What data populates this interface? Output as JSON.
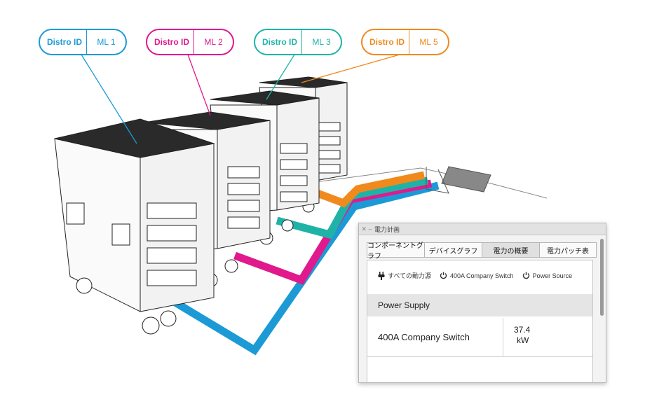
{
  "callouts": [
    {
      "key": "Distro ID",
      "value": "ML 1",
      "color": "#1C9AD6"
    },
    {
      "key": "Distro ID",
      "value": "ML 2",
      "color": "#E0198C"
    },
    {
      "key": "Distro ID",
      "value": "ML 3",
      "color": "#1FB3A8"
    },
    {
      "key": "Distro ID",
      "value": "ML 5",
      "color": "#F08A1C"
    }
  ],
  "window": {
    "title": "電力計画",
    "tabs": [
      {
        "label": "コンポーネントグラフ",
        "active": false
      },
      {
        "label": "デバイスグラフ",
        "active": false
      },
      {
        "label": "電力の概要",
        "active": true
      },
      {
        "label": "電力パッチ表",
        "active": false
      }
    ],
    "sources": [
      {
        "label": "すべての動力源",
        "icon": "plug-icon"
      },
      {
        "label": "400A Company Switch",
        "icon": "power-icon"
      },
      {
        "label": "Power Source",
        "icon": "power-icon"
      }
    ],
    "section_title": "Power Supply",
    "rows": [
      {
        "name": "400A Company Switch",
        "value": "37.4",
        "unit": "kW"
      }
    ]
  }
}
